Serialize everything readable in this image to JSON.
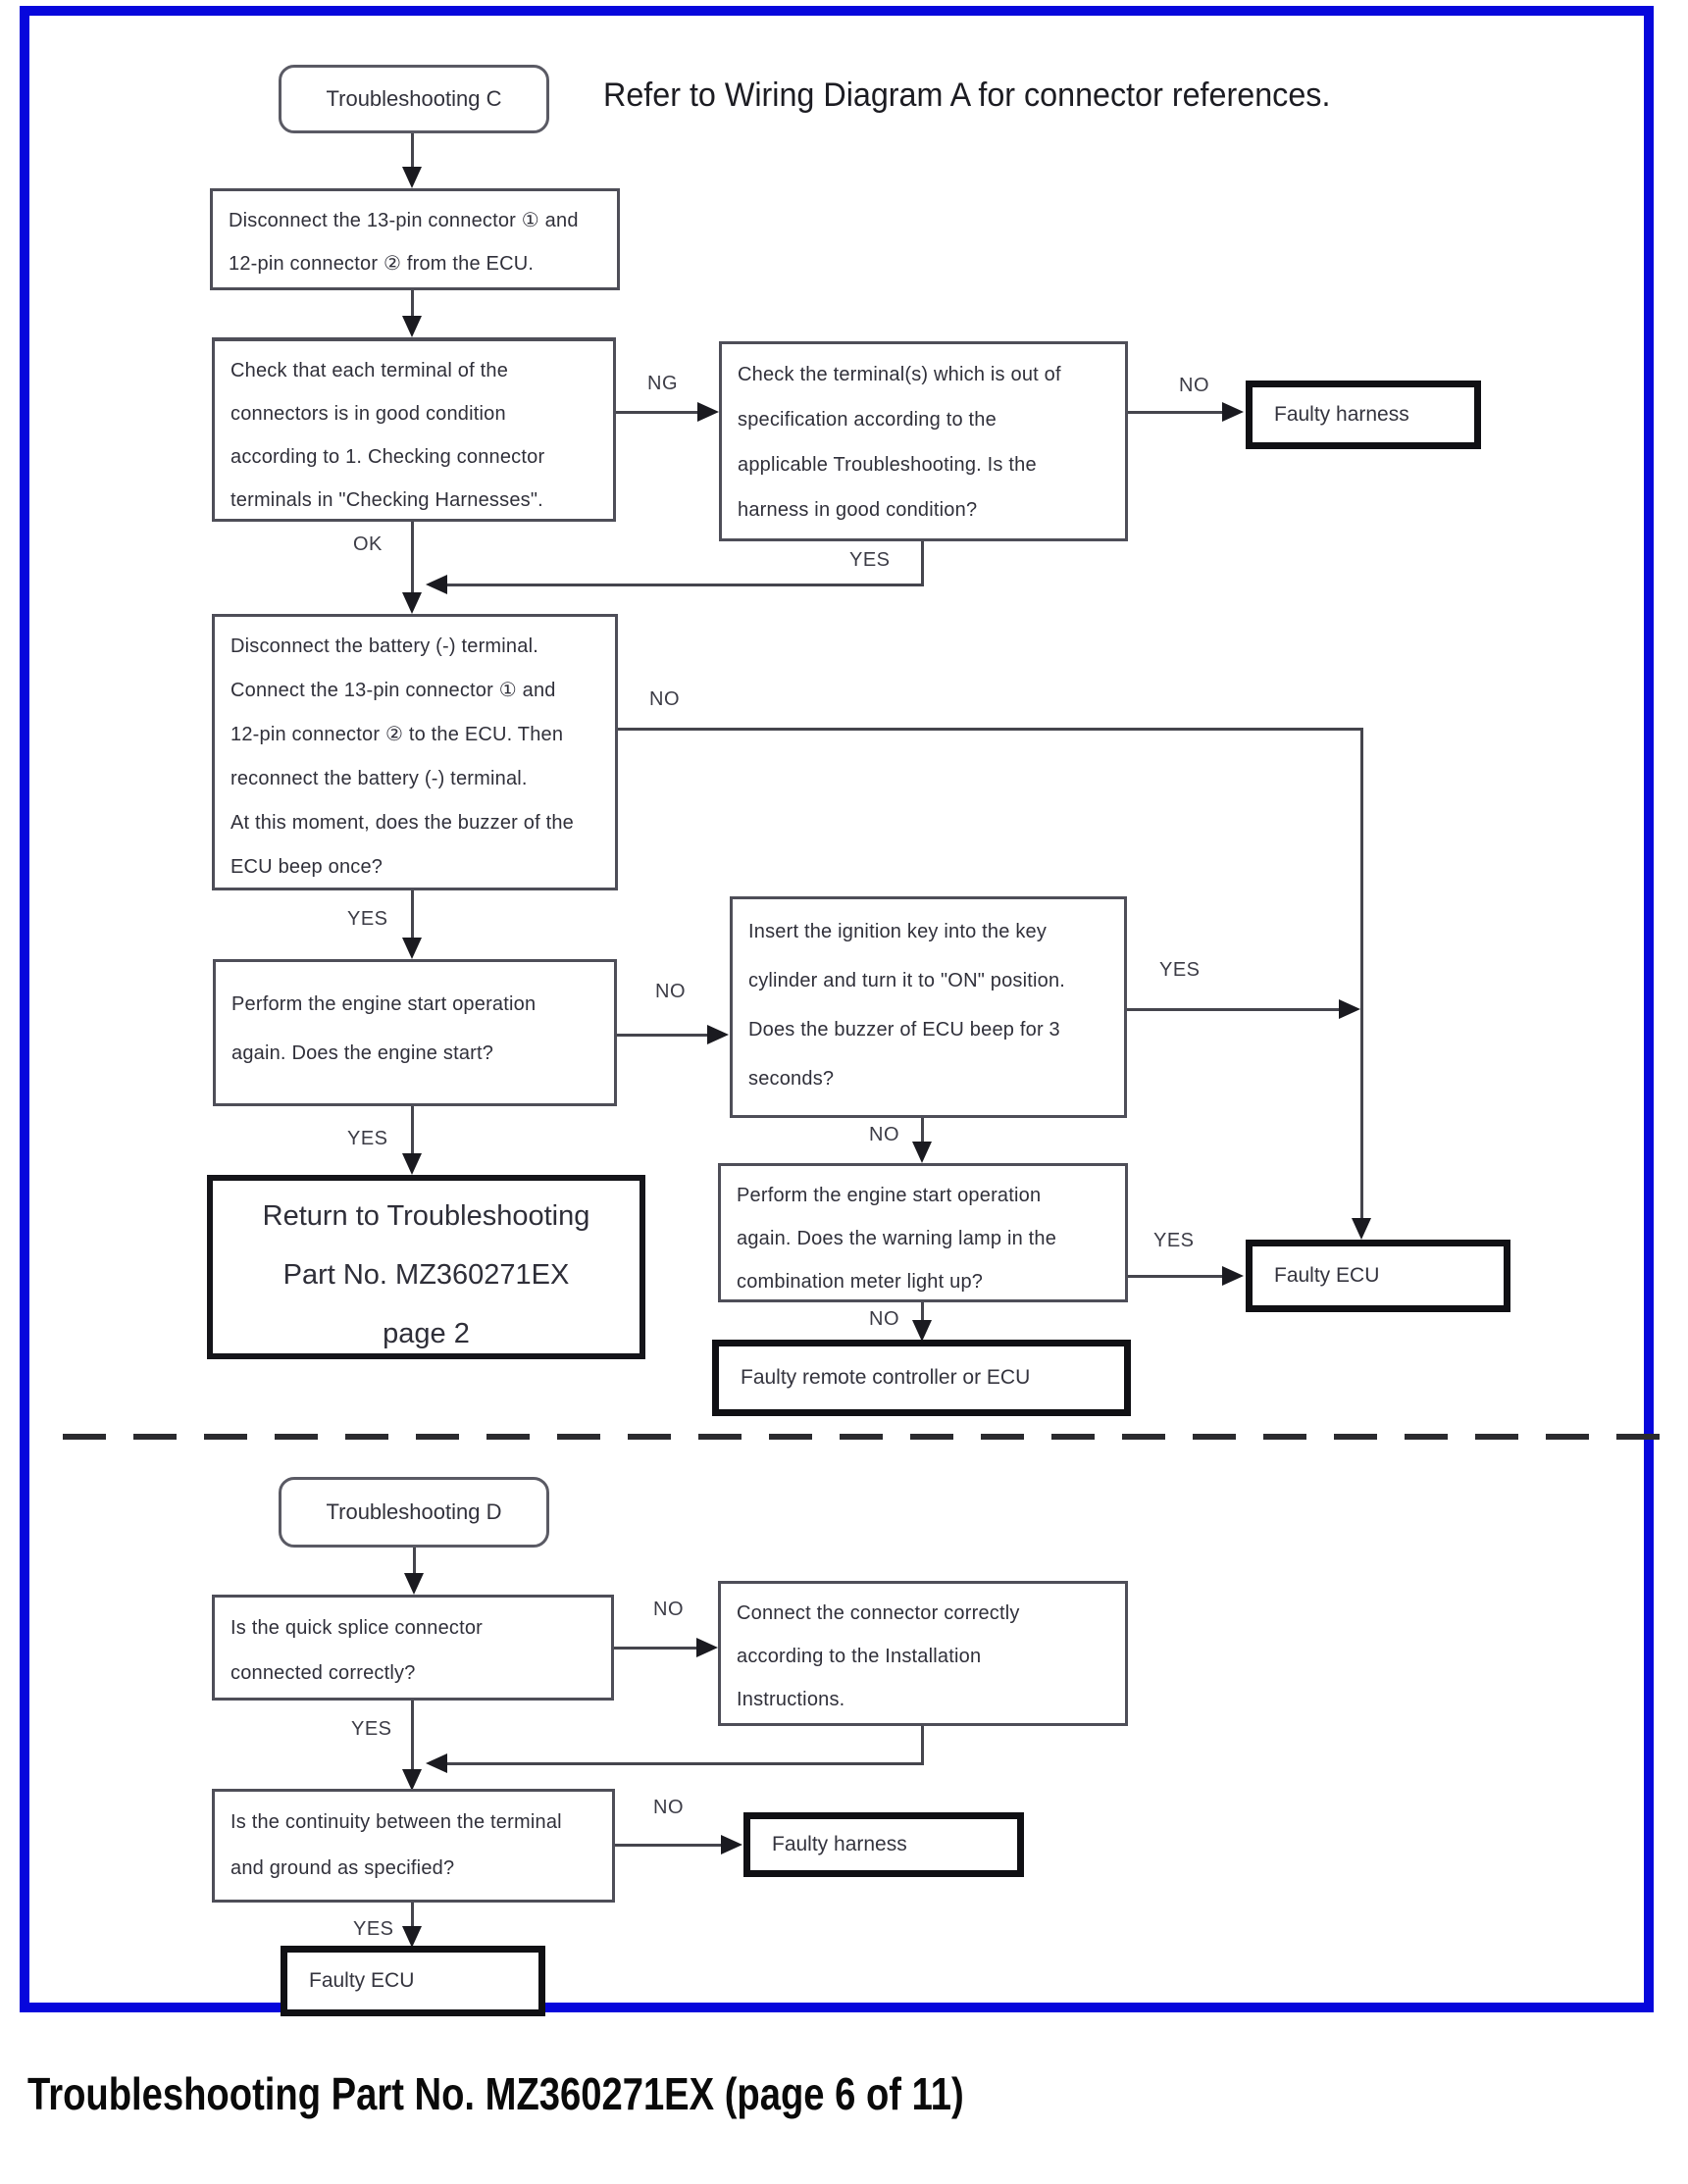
{
  "header": {
    "note": "Refer to Wiring Diagram A for connector references."
  },
  "footer": {
    "text": "Troubleshooting Part No. MZ360271EX (page 6 of 11)"
  },
  "labels": {
    "ng": "NG",
    "no": "NO",
    "yes": "YES",
    "ok": "OK"
  },
  "colors": {
    "page_border": "#0707dc",
    "line": "#45454d",
    "text": "#30303a"
  },
  "section_c": {
    "start": "Troubleshooting C",
    "disconnect_connectors": "Disconnect the 13-pin connector ① and\n12-pin connector ② from the ECU.",
    "check_terminals": "Check that each terminal of the\nconnectors is in good condition\naccording to 1. Checking connector\nterminals in \"Checking Harnesses\".",
    "check_out_of_spec": "Check the terminal(s) which is out of\nspecification according to the\napplicable Troubleshooting. Is the\nharness in good condition?",
    "faulty_harness": "Faulty harness",
    "disconnect_battery": "Disconnect the battery (-) terminal.\nConnect the 13-pin connector ① and\n12-pin connector ② to the ECU. Then\nreconnect the battery (-) terminal.\nAt this moment, does the buzzer of the\nECU beep once?",
    "engine_start": "Perform the engine start operation\nagain. Does the engine start?",
    "ignition_key": "Insert the ignition key into the key\ncylinder and turn it to \"ON\" position.\nDoes the buzzer of ECU beep for 3\nseconds?",
    "return_troubleshooting": "Return to Troubleshooting\nPart No. MZ360271EX\npage 2",
    "warning_lamp": "Perform the engine start operation\nagain. Does the warning lamp in the\ncombination meter light up?",
    "faulty_ecu": "Faulty ECU",
    "faulty_remote_or_ecu": "Faulty remote controller or ECU"
  },
  "section_d": {
    "start": "Troubleshooting D",
    "quick_splice": "Is the quick splice connector\nconnected correctly?",
    "connect_connector": "Connect the connector correctly\naccording to the Installation\nInstructions.",
    "continuity": "Is the continuity between the terminal\nand ground as specified?",
    "faulty_harness": "Faulty harness",
    "faulty_ecu": "Faulty ECU"
  }
}
